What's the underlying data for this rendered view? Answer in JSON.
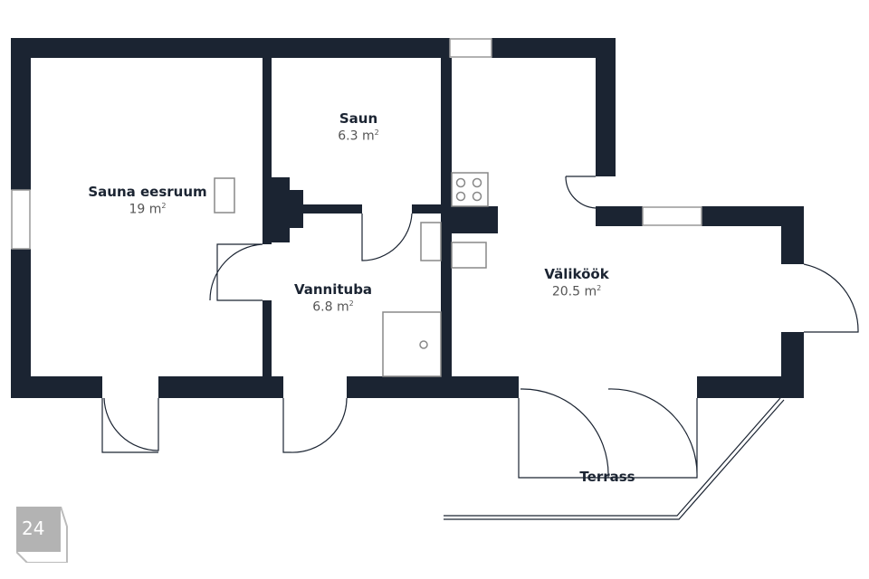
{
  "rooms": [
    {
      "name": "Sauna eesruum",
      "area": "19 m",
      "unit_sup": "2"
    },
    {
      "name": "Saun",
      "area": "6.3 m",
      "unit_sup": "2"
    },
    {
      "name": "Vannituba",
      "area": "6.8 m",
      "unit_sup": "2"
    },
    {
      "name": "Väliköök",
      "area": "20.5 m",
      "unit_sup": "2"
    },
    {
      "name": "Terrass"
    }
  ],
  "page_badge": "24",
  "colors": {
    "wall": "#1b2432",
    "fixture": "#888888"
  }
}
